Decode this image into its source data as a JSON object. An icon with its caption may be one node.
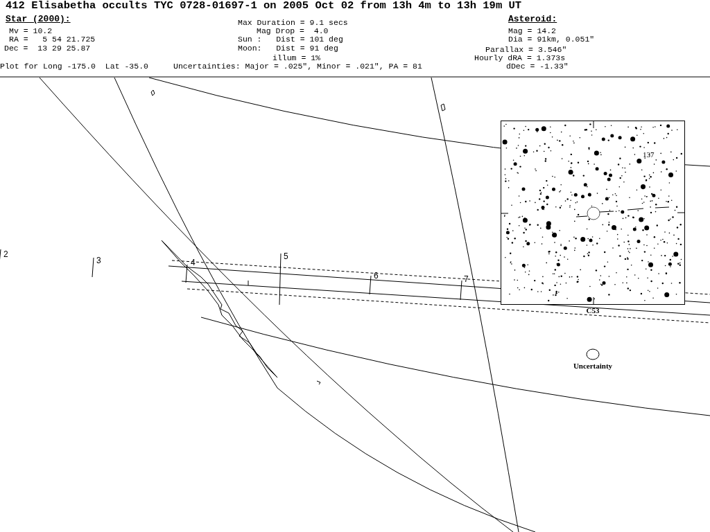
{
  "diagram": {
    "title": "412 Elisabetha occults TYC 0728-01697-1 on 2005 Oct 02 from 13h 4m to 13h 19m UT",
    "nodes": [
      {
        "text": [
          "137"
        ],
        "beside": [
          "C53"
        ]
      },
      {
        "text": [],
        "shape": "circle",
        "beside": [
          "Uncertainty"
        ]
      }
    ],
    "labels": [
      "Star (2000):",
      "Max Duration = 9.1 secs",
      "Asteroid:",
      "Mv = 10.2",
      "Mag Drop =  4.0",
      "Mag = 14.2",
      "RA =   5 54 21.725",
      "Sun :   Dist = 101 deg",
      "Dia = 91km, 0.051\"",
      "Dec =  13 29 25.87",
      "Moon:   Dist = 91 deg",
      "Parallax = 3.546\"",
      "illum = 1%",
      "Hourly dRA = 1.373s",
      "Plot for Long -175.0  Lat -35.0",
      "Uncertainties: Major = .025\", Minor = .021\", PA = 81",
      "dDec = -1.33\"",
      "2",
      "3",
      "4",
      "5",
      "6",
      "7"
    ]
  }
}
